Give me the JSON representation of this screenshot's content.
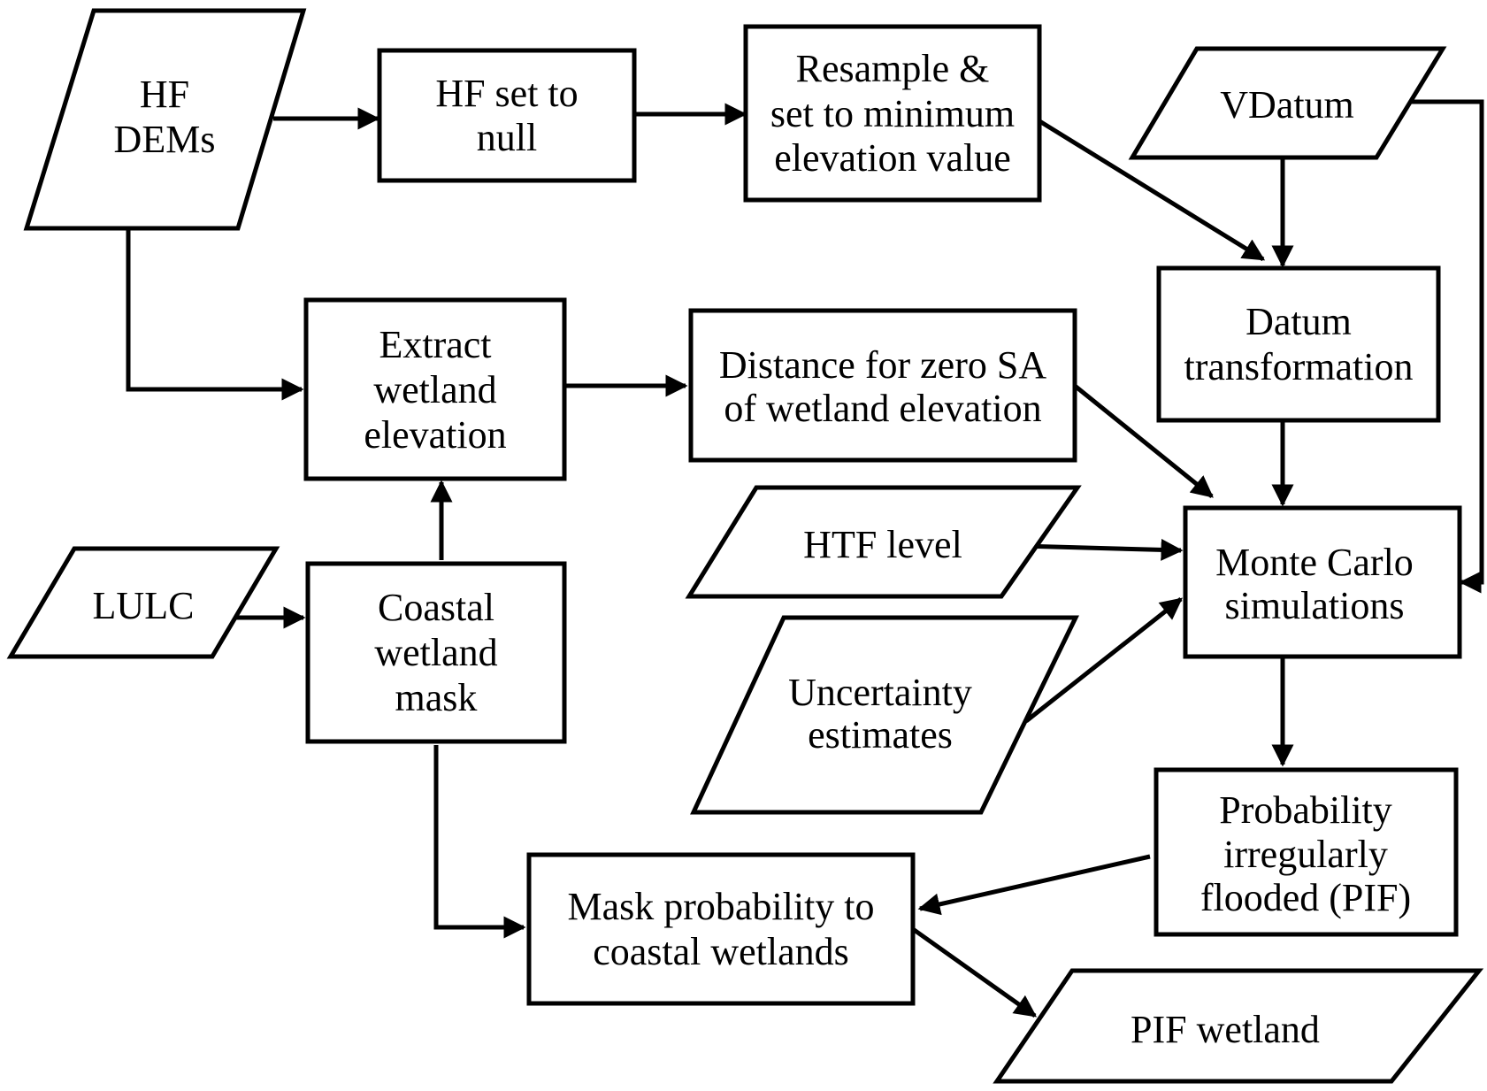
{
  "nodes": {
    "hf_dems": {
      "lines": [
        "HF",
        "DEMs"
      ],
      "shape": "parallelogram"
    },
    "hf_set_null": {
      "lines": [
        "HF set to",
        "null"
      ],
      "shape": "rectangle"
    },
    "resample": {
      "lines": [
        "Resample &",
        "set to minimum",
        "elevation value"
      ],
      "shape": "rectangle"
    },
    "vdatum": {
      "lines": [
        "VDatum"
      ],
      "shape": "parallelogram"
    },
    "datum_transformation": {
      "lines": [
        "Datum",
        "transformation"
      ],
      "shape": "rectangle"
    },
    "extract_wetland": {
      "lines": [
        "Extract",
        "wetland",
        "elevation"
      ],
      "shape": "rectangle"
    },
    "distance_zero_sa": {
      "lines": [
        "Distance for zero SA",
        "of wetland elevation"
      ],
      "shape": "rectangle"
    },
    "htf_level": {
      "lines": [
        "HTF level"
      ],
      "shape": "parallelogram"
    },
    "monte_carlo": {
      "lines": [
        "Monte Carlo",
        "simulations"
      ],
      "shape": "rectangle"
    },
    "lulc": {
      "lines": [
        "LULC"
      ],
      "shape": "parallelogram"
    },
    "coastal_mask": {
      "lines": [
        "Coastal",
        "wetland",
        "mask"
      ],
      "shape": "rectangle"
    },
    "uncertainty": {
      "lines": [
        "Uncertainty",
        "estimates"
      ],
      "shape": "parallelogram"
    },
    "pif": {
      "lines": [
        "Probability",
        "irregularly",
        "flooded (PIF)"
      ],
      "shape": "rectangle"
    },
    "mask_probability": {
      "lines": [
        "Mask probability to",
        "coastal wetlands"
      ],
      "shape": "rectangle"
    },
    "pif_wetland": {
      "lines": [
        "PIF wetland"
      ],
      "shape": "parallelogram"
    }
  },
  "edges": [
    {
      "from": "hf_dems",
      "to": "hf_set_null"
    },
    {
      "from": "hf_set_null",
      "to": "resample"
    },
    {
      "from": "resample",
      "to": "datum_transformation"
    },
    {
      "from": "vdatum",
      "to": "datum_transformation"
    },
    {
      "from": "vdatum",
      "to": "monte_carlo"
    },
    {
      "from": "hf_dems",
      "to": "extract_wetland"
    },
    {
      "from": "extract_wetland",
      "to": "distance_zero_sa"
    },
    {
      "from": "distance_zero_sa",
      "to": "monte_carlo"
    },
    {
      "from": "datum_transformation",
      "to": "monte_carlo"
    },
    {
      "from": "htf_level",
      "to": "monte_carlo"
    },
    {
      "from": "uncertainty",
      "to": "monte_carlo"
    },
    {
      "from": "lulc",
      "to": "coastal_mask"
    },
    {
      "from": "coastal_mask",
      "to": "extract_wetland"
    },
    {
      "from": "coastal_mask",
      "to": "mask_probability"
    },
    {
      "from": "monte_carlo",
      "to": "pif"
    },
    {
      "from": "pif",
      "to": "mask_probability"
    },
    {
      "from": "mask_probability",
      "to": "pif_wetland"
    }
  ]
}
